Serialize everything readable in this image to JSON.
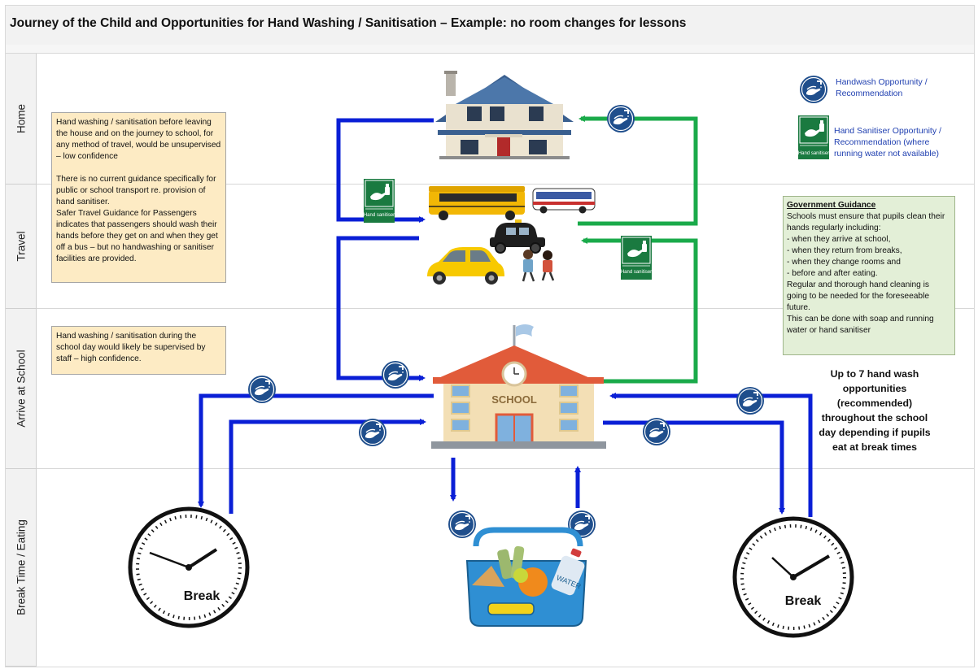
{
  "title": "Journey of the Child and Opportunities for Hand Washing / Sanitisation – Example: no room changes for lessons",
  "lanes": [
    {
      "label": "Home"
    },
    {
      "label": "Travel"
    },
    {
      "label": "Arrive at School"
    },
    {
      "label": "Break Time / Eating"
    }
  ],
  "legend": {
    "handwash": "Handwash Opportunity / Recommendation",
    "sanitiser": "Hand Sanitiser Opportunity / Recommendation (where running water not available)",
    "sanitiser_sign_label": "Hand sanitiser"
  },
  "notes": {
    "travel_p1": "Hand washing / sanitisation before leaving the house and on the journey to school, for any method of travel, would be unsupervised – low confidence",
    "travel_p2": "There is no current guidance specifically for public or school transport re. provision of hand sanitiser.",
    "travel_p3": "Safer Travel Guidance for Passengers indicates that passengers should wash their hands before they get on and when they get off a bus – but no handwashing or sanitiser facilities are provided.",
    "school_p1": "Hand washing / sanitisation during the school day would likely be supervised by staff – high confidence."
  },
  "government_guidance": {
    "heading": "Government Guidance",
    "intro": "Schools must ensure that pupils clean their hands regularly including:",
    "items": [
      "- when they arrive at school,",
      "- when they return from breaks,",
      "- when they change rooms and",
      "- before and after eating."
    ],
    "p2": "Regular and thorough hand cleaning is going to be needed for the foreseeable future.",
    "p3": "This can be done with soap and running water or hand sanitiser"
  },
  "summary": "Up to 7 hand wash opportunities (recommended) throughout the school day depending if pupils eat at break times",
  "school_sign": "SCHOOL",
  "clock_label": "Break",
  "water_label": "WATER",
  "colors": {
    "blue_arrow": "#0a1fd6",
    "green_arrow": "#1aaa4a",
    "badge_blue": "#1f4e8c",
    "sanitiser_green": "#1a7a40"
  }
}
